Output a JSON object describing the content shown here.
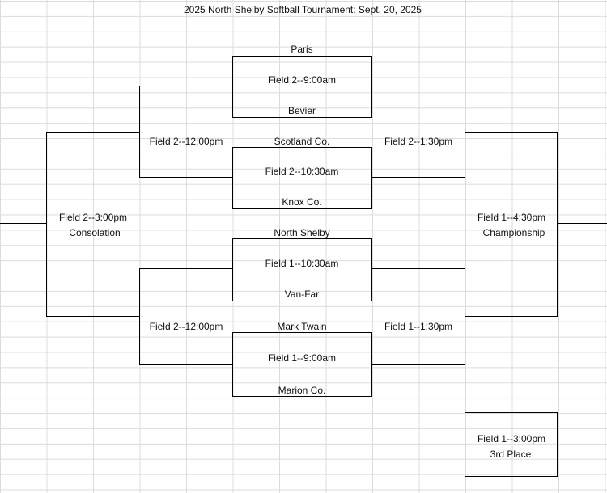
{
  "title": "2025 North Shelby Softball Tournament:  Sept. 20, 2025",
  "teams": [
    "Paris",
    "Bevier",
    "Scotland Co.",
    "Knox Co.",
    "North Shelby",
    "Van-Far",
    "Mark Twain",
    "Marion Co."
  ],
  "games": {
    "g1": "Field 2--9:00am",
    "g2": "Field 2--10:30am",
    "g3": "Field 1--10:30am",
    "g4": "Field 1--9:00am",
    "w1": "Field 2--1:30pm",
    "w2": "Field 1--1:30pm",
    "l1": "Field 2--12:00pm",
    "l2": "Field 2--12:00pm",
    "consolation_time": "Field 2--3:00pm",
    "consolation_name": "Consolation",
    "championship_time": "Field 1--4:30pm",
    "championship_name": "Championship",
    "third_time": "Field 1--3:00pm",
    "third_name": "3rd Place"
  }
}
